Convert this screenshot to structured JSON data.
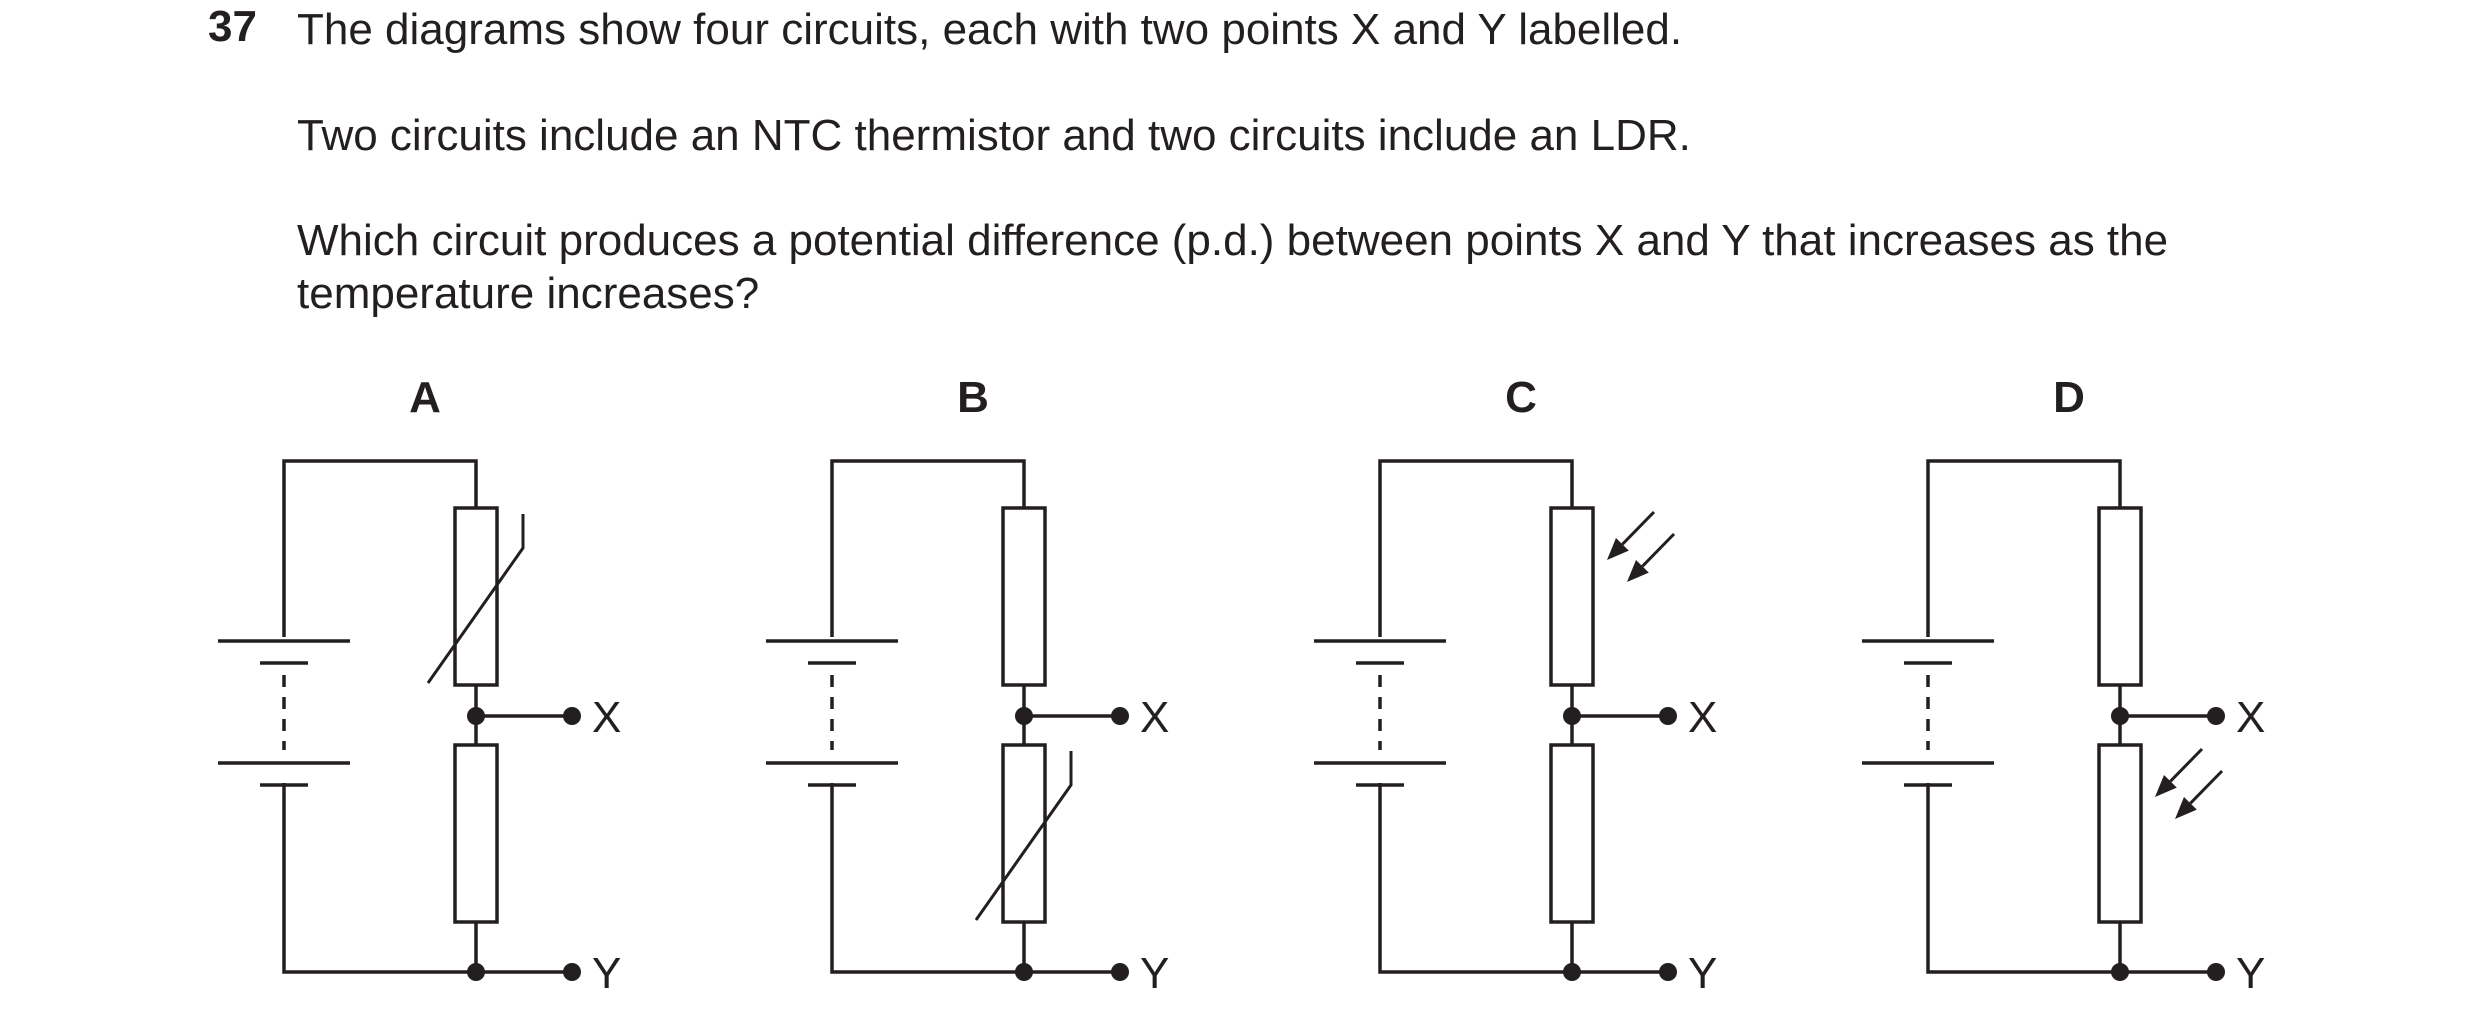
{
  "question": {
    "number": "37",
    "line1": "The diagrams show four circuits, each with two points X and Y labelled.",
    "line2": "Two circuits include an NTC thermistor and two circuits include an LDR.",
    "line3": "Which circuit produces a potential difference (p.d.) between points X and Y that increases as the",
    "line4": "temperature increases?"
  },
  "circuits": [
    {
      "label": "A",
      "top_component": "thermistor",
      "bottom_component": "resistor",
      "x_label": "X",
      "y_label": "Y"
    },
    {
      "label": "B",
      "top_component": "resistor",
      "bottom_component": "thermistor",
      "x_label": "X",
      "y_label": "Y"
    },
    {
      "label": "C",
      "top_component": "ldr",
      "bottom_component": "resistor",
      "x_label": "X",
      "y_label": "Y"
    },
    {
      "label": "D",
      "top_component": "resistor",
      "bottom_component": "ldr",
      "x_label": "X",
      "y_label": "Y"
    }
  ]
}
